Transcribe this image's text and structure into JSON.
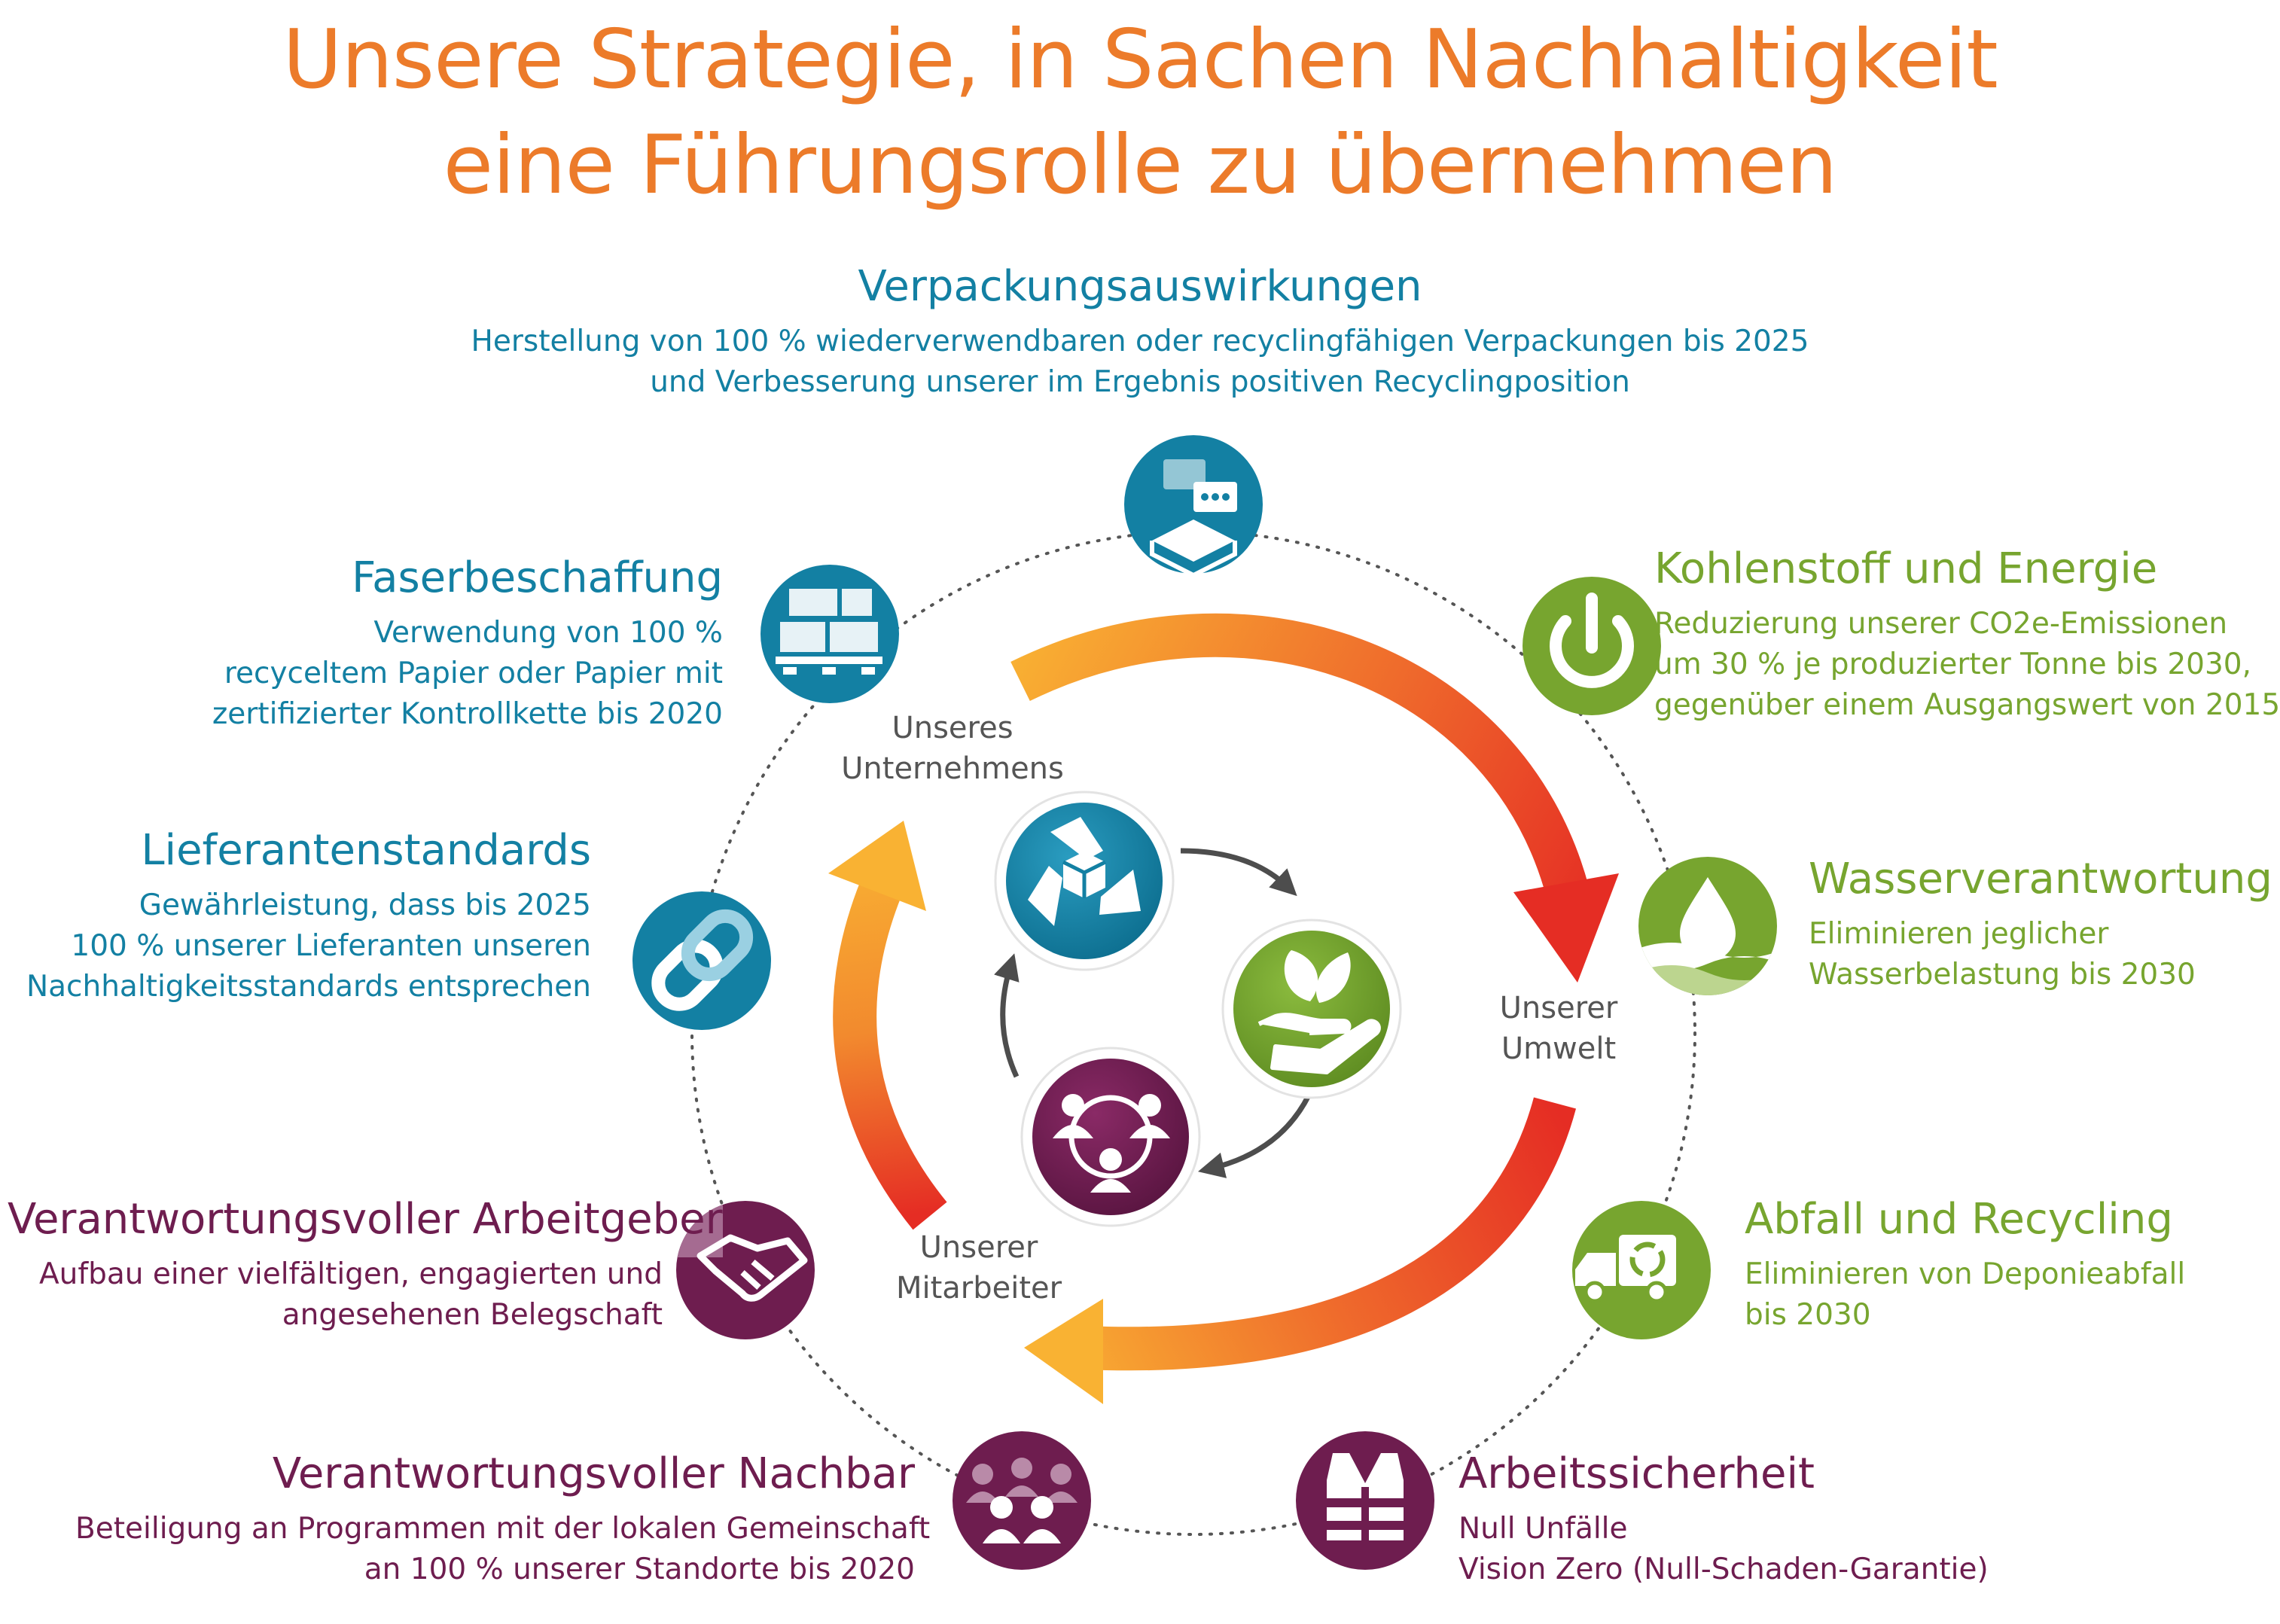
{
  "title": {
    "line1": "Unsere Strategie, in Sachen Nachhaltigkeit",
    "line2": "eine Führungsrolle zu übernehmen"
  },
  "colors": {
    "title": "#ec7b2a",
    "blue": "#1380a3",
    "green": "#77a52f",
    "plum": "#6e1d4f"
  },
  "goals": {
    "packaging": {
      "heading": "Verpackungsauswirkungen",
      "line1": "Herstellung von 100 % wiederverwendbaren oder recyclingfähigen Verpackungen bis 2025",
      "line2": "und Verbesserung unserer im Ergebnis positiven Recyclingposition",
      "icon": "packaging-speech-icon"
    },
    "fiber": {
      "heading": "Faserbeschaffung",
      "line1": "Verwendung von 100 %",
      "line2": "recyceltem Papier oder Papier mit",
      "line3": "zertifizierter Kontrollkette bis 2020",
      "icon": "pallet-boxes-icon"
    },
    "supplier": {
      "heading": "Lieferantenstandards",
      "line1": "Gewährleistung, dass bis 2025",
      "line2": "100 % unserer Lieferanten unseren",
      "line3": "Nachhaltigkeitsstandards entsprechen",
      "icon": "chain-link-icon"
    },
    "employer": {
      "heading": "Verantwortungsvoller Arbeitgeber",
      "line1": "Aufbau einer vielfältigen, engagierten und",
      "line2": "angesehenen Belegschaft",
      "icon": "handshake-icon"
    },
    "neighbor": {
      "heading": "Verantwortungsvoller Nachbar",
      "line1": "Beteiligung an Programmen mit der lokalen Gemeinschaft",
      "line2": "an 100 % unserer Standorte bis 2020",
      "icon": "community-icon"
    },
    "safety": {
      "heading": "Arbeitssicherheit",
      "line1": "Null Unfälle",
      "line2": "Vision Zero (Null-Schaden-Garantie)",
      "icon": "safety-vest-icon"
    },
    "waste": {
      "heading": "Abfall und Recycling",
      "line1": "Eliminieren von Deponieabfall",
      "line2": "bis 2030",
      "icon": "recycling-truck-icon"
    },
    "water": {
      "heading": "Wasserverantwortung",
      "line1": "Eliminieren jeglicher",
      "line2": "Wasserbelastung bis 2030",
      "icon": "water-drop-icon"
    },
    "carbon": {
      "heading": "Kohlenstoff und Energie",
      "line1": "Reduzierung unserer CO2e-Emissionen",
      "line2": "um 30 % je produzierter Tonne bis 2030,",
      "line3": "gegenüber einem Ausgangswert von 2015",
      "icon": "power-icon"
    }
  },
  "inner": {
    "company": {
      "line1": "Unseres",
      "line2": "Unternehmens",
      "icon": "recycle-box-icon"
    },
    "environment": {
      "line1": "Unserer",
      "line2": "Umwelt",
      "icon": "hand-leaf-icon"
    },
    "people": {
      "line1": "Unserer",
      "line2": "Mitarbeiter",
      "icon": "team-icon"
    }
  }
}
